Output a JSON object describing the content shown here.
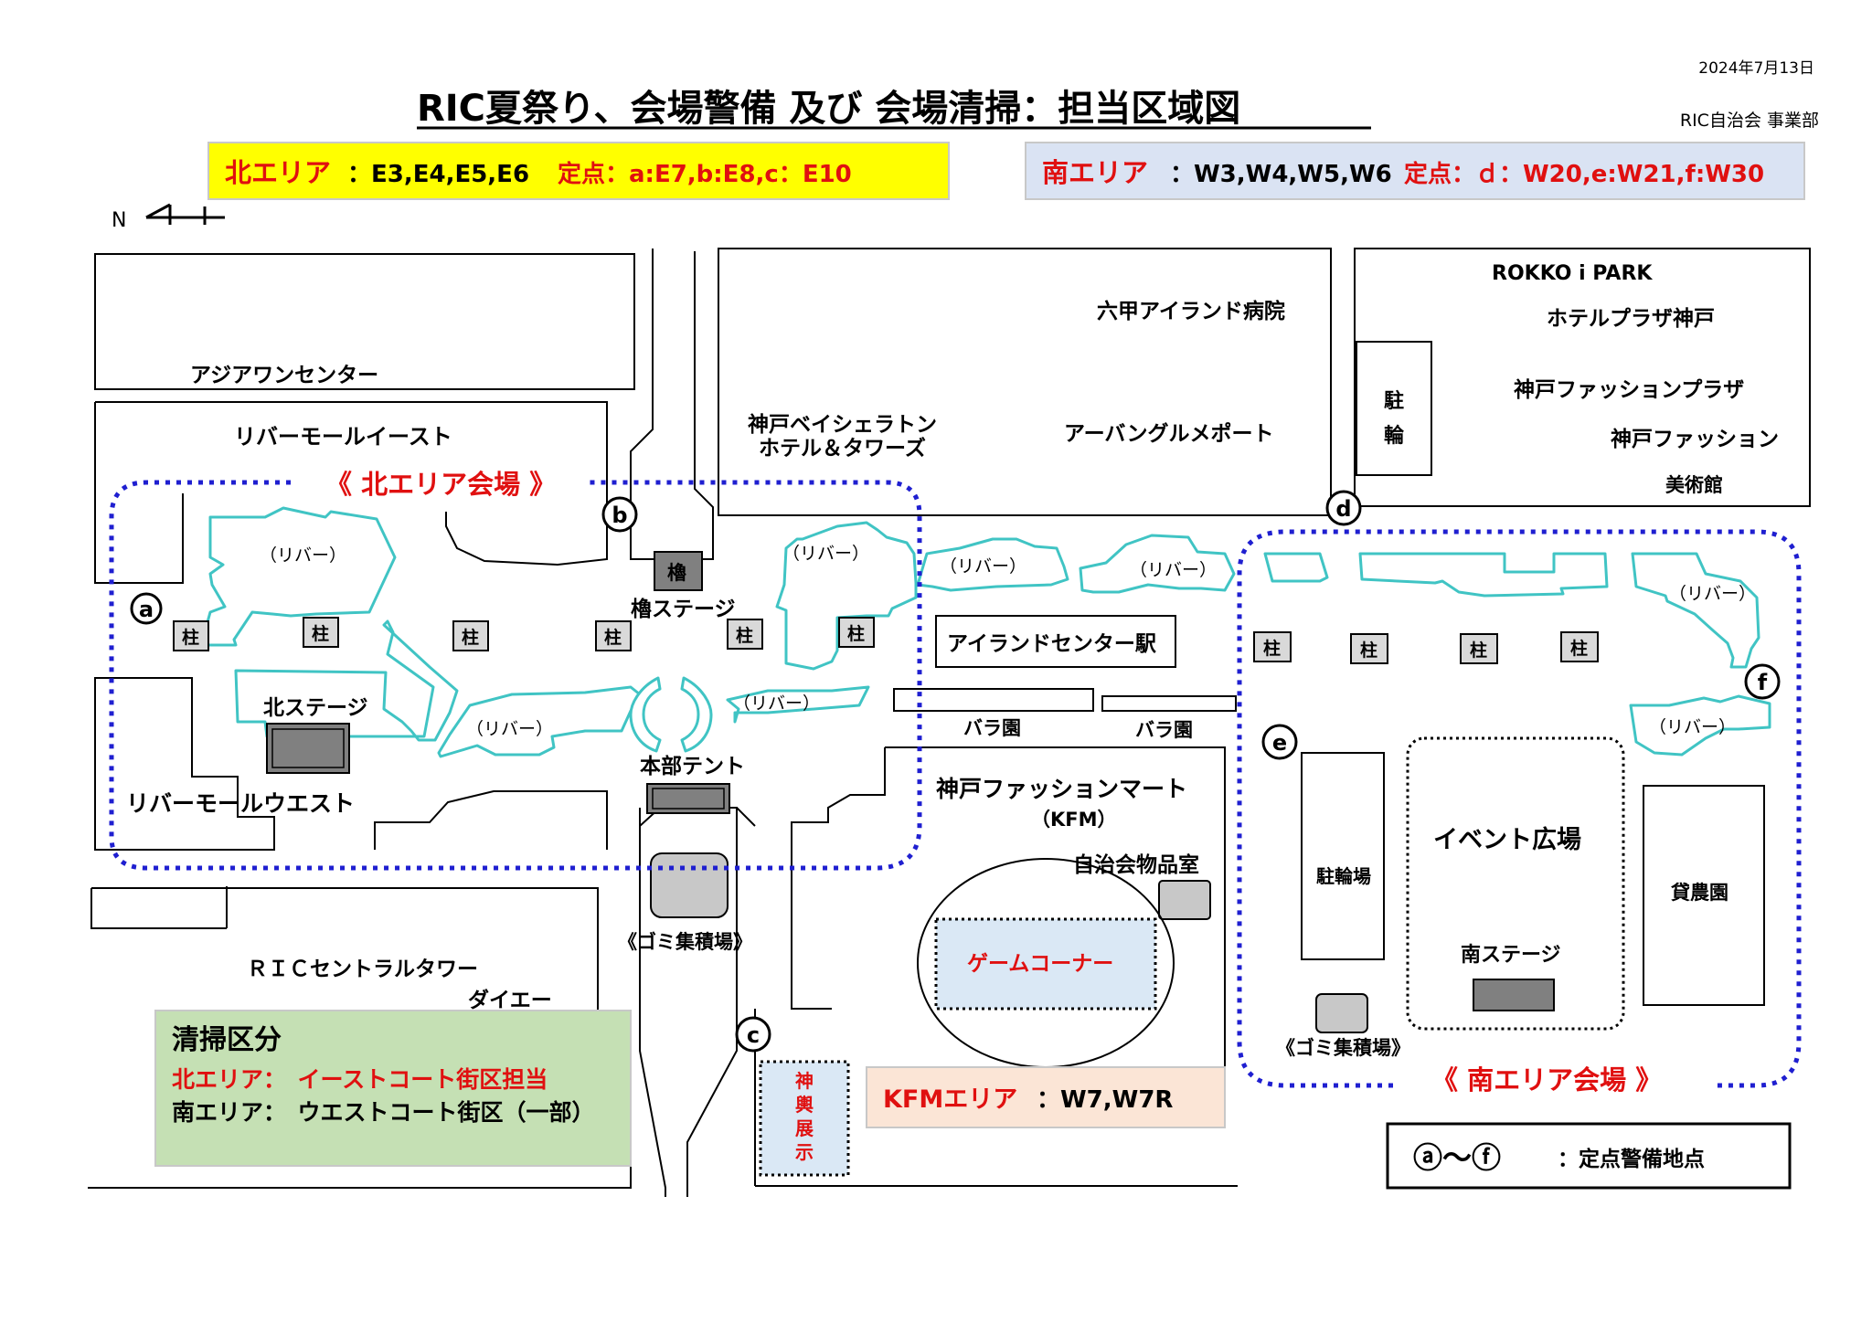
{
  "header": {
    "date": "2024年7月13日",
    "title": "RIC夏祭り、会場警備 及び 会場清掃：担当区域図",
    "org": "RIC自治会 事業部"
  },
  "north_banner": {
    "label": "北エリア",
    "blocks": "：E3,E4,E5,E6",
    "points": "定点：a:E7,b:E8,c：E10",
    "bg": "#ffff00"
  },
  "south_banner": {
    "label": "南エリア",
    "blocks": "：W3,W4,W5,W6",
    "points": "定点：ｄ：W20,e:W21,f:W30",
    "bg": "#dae3f3"
  },
  "compass": {
    "label": "N"
  },
  "buildings": {
    "asia_one": "アジアワンセンター",
    "river_mall_east": "リバーモールイースト",
    "river_mall_west": "リバーモールウエスト",
    "sheraton_1": "神戸ベイシェラトン",
    "sheraton_2": "ホテル＆タワーズ",
    "rokko_hospital": "六甲アイランド病院",
    "urban_glue": "アーバングルメポート",
    "rokko_park": "ROKKO i PARK",
    "hotel_plaza": "ホテルプラザ神戸",
    "fashion_plaza": "神戸ファッションプラザ",
    "fashion_museum_1": "神戸ファッション",
    "fashion_museum_2": "美術館",
    "bike_parking_north_1": "駐",
    "bike_parking_north_2": "輪",
    "island_center": "アイランドセンター駅",
    "rose_garden": "バラ園",
    "kfm_1": "神戸ファッションマート",
    "kfm_2": "（KFM）",
    "goods_room": "自治会物品室",
    "game_corner": "ゲームコーナー",
    "ric_tower": "ＲＩＣセントラルタワー",
    "daiei": "ダイエー",
    "event_plaza": "イベント広場",
    "bike_parking_south": "駐輪場",
    "farm": "貸農園"
  },
  "stages": {
    "yagura_mark": "櫓",
    "yagura": "櫓ステージ",
    "north": "北ステージ",
    "hq_tent": "本部テント",
    "south": "南ステージ"
  },
  "river_label": "（リバー）",
  "pillar_label": "柱",
  "garbage_label": "《ゴミ集積場》",
  "mikoshi": [
    "神",
    "輿",
    "展",
    "示"
  ],
  "zones": {
    "north": "《 北エリア会場 》",
    "south": "《 南エリア会場 》"
  },
  "guard_points": [
    "a",
    "b",
    "c",
    "d",
    "e",
    "f"
  ],
  "cleaning": {
    "heading": "清掃区分",
    "north": "北エリア：　イーストコート街区担当",
    "south": "南エリア：　ウエストコート街区（一部）",
    "bg": "#c5e0b4"
  },
  "kfm_area": {
    "label": "KFMエリア",
    "blocks": "：W7,W7R",
    "bg": "#fbe5d6"
  },
  "legend": {
    "symbols": "ⓐ～ⓕ",
    "text": "：定点警備地点"
  },
  "colors": {
    "zone_outline": "#1f1fd0",
    "river": "#40c4c4",
    "alert_red": "#e01010"
  }
}
